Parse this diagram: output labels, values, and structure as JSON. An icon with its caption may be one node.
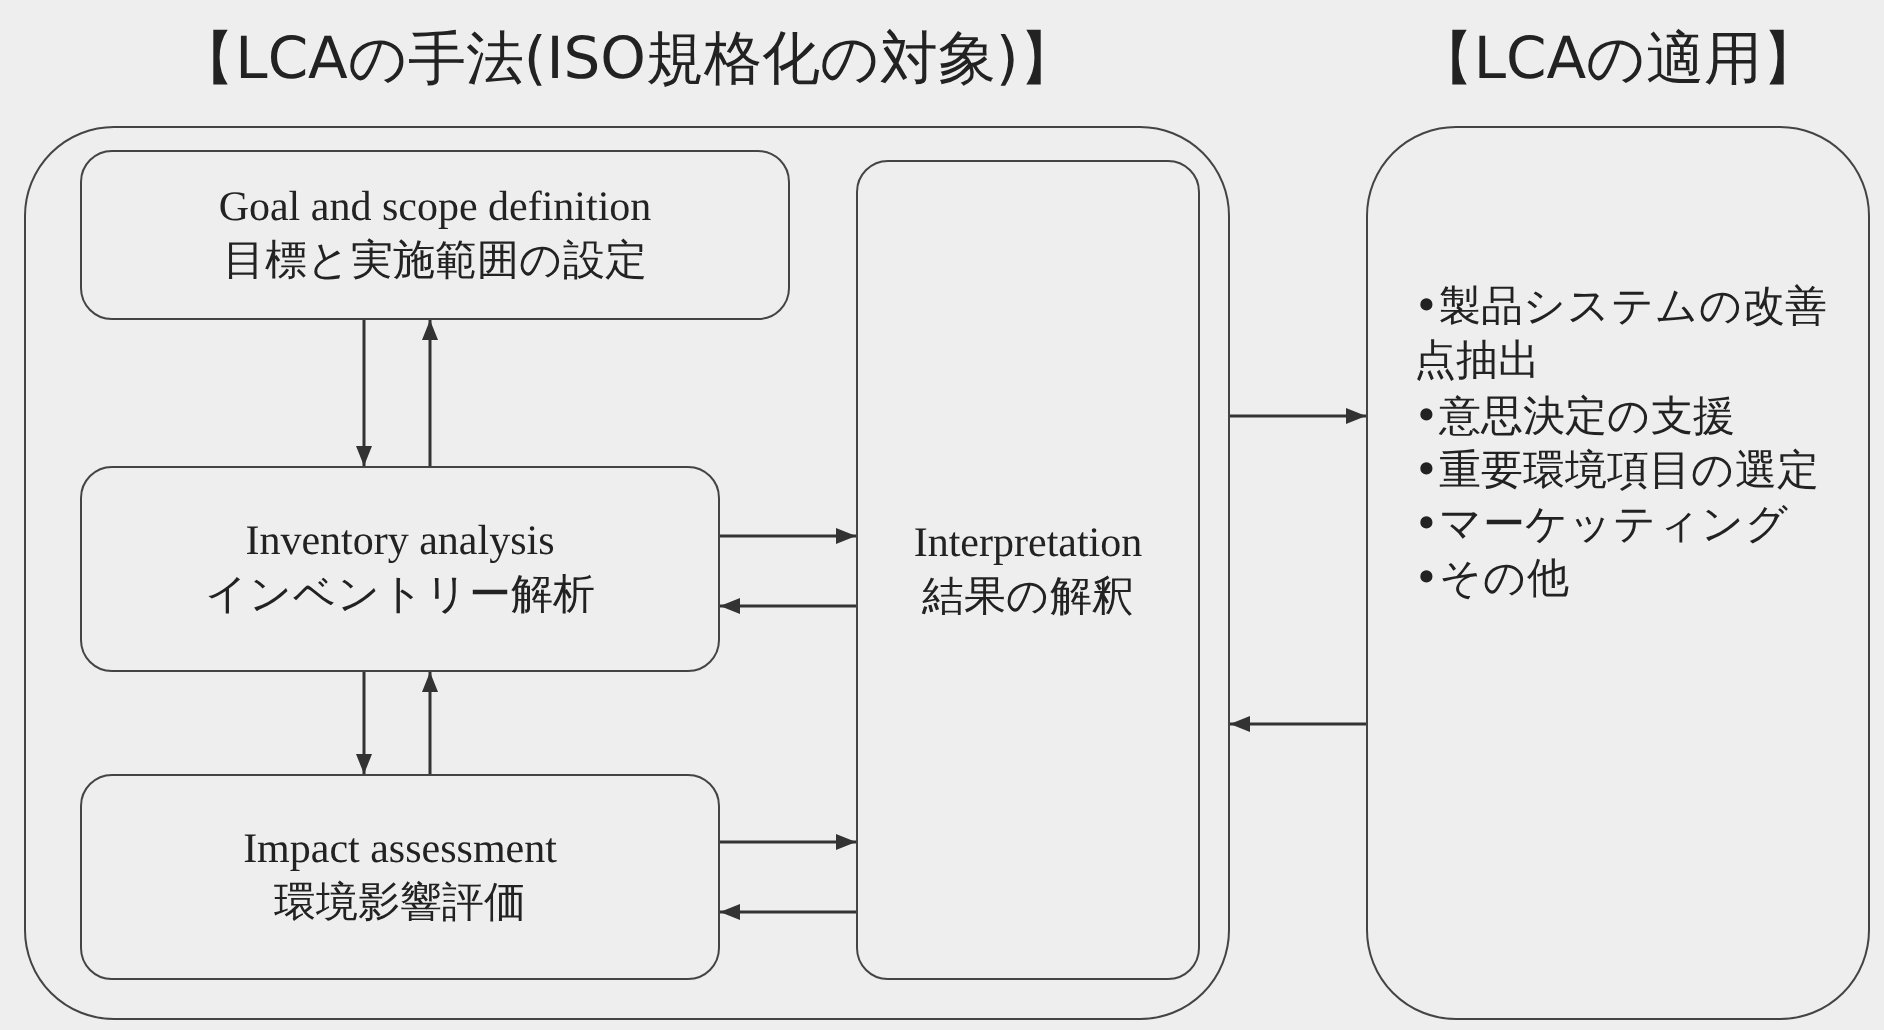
{
  "diagram": {
    "nodes": [
      {
        "text": [
          "【LCAの手法(ISO規格化の対象)】"
        ]
      },
      {
        "text": [
          "Goal and scope definition",
          "目標と実施範囲の設定"
        ],
        "in": 0
      },
      {
        "text": [
          "Inventory analysis",
          "インベントリー解析"
        ],
        "in": 0
      },
      {
        "text": [
          "Impact assessment",
          "環境影響評価"
        ],
        "in": 0
      },
      {
        "text": [
          "Interpretation",
          "結果の解釈"
        ],
        "in": 0
      },
      {
        "text": [
          "【LCAの適用】",
          "•製品システムの改善点抽出",
          "•意思決定の支援",
          "•重要環境項目の選定",
          "•マーケッティング",
          "•その他"
        ]
      }
    ],
    "edges": [
      {
        "from": 1,
        "to": 2,
        "arrow": "to"
      },
      {
        "from": 2,
        "to": 1,
        "arrow": "to"
      },
      {
        "from": 2,
        "to": 3,
        "arrow": "to"
      },
      {
        "from": 3,
        "to": 2,
        "arrow": "to"
      },
      {
        "from": 2,
        "to": 4,
        "arrow": "to"
      },
      {
        "from": 4,
        "to": 2,
        "arrow": "to"
      },
      {
        "from": 3,
        "to": 4,
        "arrow": "to"
      },
      {
        "from": 4,
        "to": 3,
        "arrow": "to"
      },
      {
        "from": 0,
        "to": 5,
        "arrow": "to"
      },
      {
        "from": 5,
        "to": 0,
        "arrow": "to"
      }
    ]
  }
}
